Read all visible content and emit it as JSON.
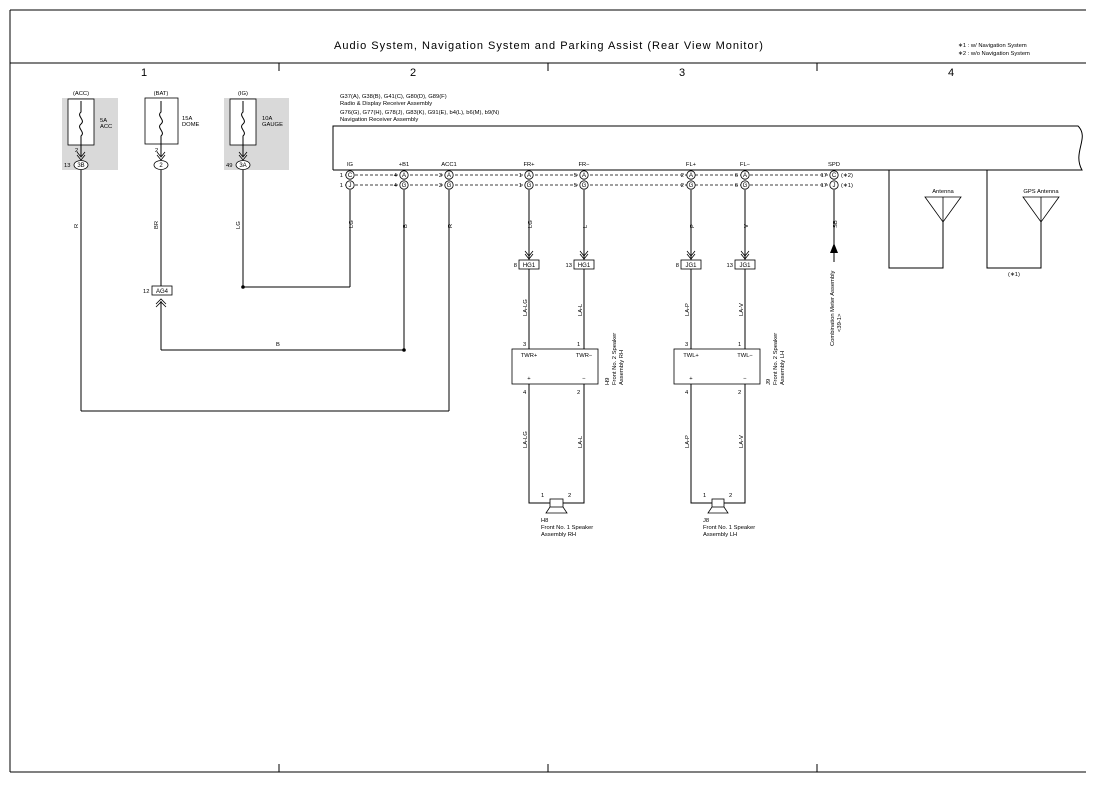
{
  "header": {
    "title": "Audio System,  Navigation System and Parking Assist (Rear View Monitor)",
    "notes": [
      "∗1 : w/ Navigation System",
      "∗2 : w/o Navigation System"
    ]
  },
  "columns": [
    "1",
    "2",
    "3",
    "4"
  ],
  "fuses": [
    {
      "circuit": "(ACC)",
      "rating": "5A",
      "name": "ACC",
      "pin": "2",
      "conn_pin": "13",
      "conn": "3B"
    },
    {
      "circuit": "(BAT)",
      "rating": "15A",
      "name": "DOME",
      "pin": "2",
      "conn_pin": "",
      "conn": "2"
    },
    {
      "circuit": "(IG)",
      "rating": "10A",
      "name": "GAUGE",
      "pin": "",
      "conn_pin": "49",
      "conn": "3A"
    }
  ],
  "receiver": {
    "codes_line1": "G37(A), G38(B), G41(C), G80(D), G89(F)",
    "name_line1": "Radio & Display Receiver Assembly",
    "codes_line2": "G76(G), G77(H), G78(J), G83(K), G91(E), b4(L), b6(M), b9(N)",
    "name_line2": "Navigation Receiver Assembly",
    "terminals": [
      {
        "label": "IG",
        "pin_top": "1",
        "conn_top": "C",
        "pin_bot": "1",
        "conn_bot": "J",
        "wire": "LG"
      },
      {
        "label": "+B1",
        "pin_top": "4",
        "conn_top": "A",
        "pin_bot": "4",
        "conn_bot": "G",
        "wire": "B"
      },
      {
        "label": "ACC1",
        "pin_top": "3",
        "conn_top": "A",
        "pin_bot": "3",
        "conn_bot": "G",
        "wire": "R"
      },
      {
        "label": "FR+",
        "pin_top": "1",
        "conn_top": "A",
        "pin_bot": "1",
        "conn_bot": "G",
        "wire": "LG"
      },
      {
        "label": "FR−",
        "pin_top": "5",
        "conn_top": "A",
        "pin_bot": "5",
        "conn_bot": "G",
        "wire": "L"
      },
      {
        "label": "FL+",
        "pin_top": "2",
        "conn_top": "A",
        "pin_bot": "2",
        "conn_bot": "G",
        "wire": "P"
      },
      {
        "label": "FL−",
        "pin_top": "6",
        "conn_top": "A",
        "pin_bot": "6",
        "conn_bot": "G",
        "wire": "V"
      },
      {
        "label": "SPD",
        "pin_top": "17",
        "conn_top": "C",
        "pin_bot": "17",
        "conn_bot": "J",
        "wire": "SB",
        "note_top": "(∗2)",
        "note_bot": "(∗1)"
      }
    ]
  },
  "wires": {
    "acc_fuse": "R",
    "dome_fuse": "BR",
    "gauge_fuse": "LG",
    "bus_b": "B",
    "tw_rh_plus": "LA-LG",
    "tw_rh_minus": "LA-L",
    "tw_lh_plus": "LA-P",
    "tw_lh_minus": "LA-V"
  },
  "junctions": [
    {
      "pin": "12",
      "conn": "AG4"
    },
    {
      "pin": "8",
      "conn": "HG1"
    },
    {
      "pin": "13",
      "conn": "HG1"
    },
    {
      "pin": "8",
      "conn": "JG1"
    },
    {
      "pin": "13",
      "conn": "JG1"
    }
  ],
  "tweeters": [
    {
      "code": "H9",
      "name1": "Front No. 2 Speaker",
      "name2": "Assembly RH",
      "t_plus": "TWR+",
      "t_minus": "TWR−",
      "pin_in_plus": "3",
      "pin_in_minus": "1",
      "pin_out_plus": "4",
      "pin_out_minus": "2"
    },
    {
      "code": "J9",
      "name1": "Front No. 2 Speaker",
      "name2": "Assembly LH",
      "t_plus": "TWL+",
      "t_minus": "TWL−",
      "pin_in_plus": "3",
      "pin_in_minus": "1",
      "pin_out_plus": "4",
      "pin_out_minus": "2"
    }
  ],
  "speakers": [
    {
      "code": "H8",
      "name1": "Front No. 1 Speaker",
      "name2": "Assembly RH",
      "pin1": "1",
      "pin2": "2"
    },
    {
      "code": "J8",
      "name1": "Front No. 1 Speaker",
      "name2": "Assembly LH",
      "pin1": "1",
      "pin2": "2"
    }
  ],
  "polarity": {
    "plus": "+",
    "minus": "−"
  },
  "combination_meter": {
    "name": "Combination Meter Assembly",
    "code": "<39-1>"
  },
  "antennas": [
    {
      "label": "Antenna"
    },
    {
      "label": "GPS Antenna",
      "note": "(∗1)"
    }
  ]
}
